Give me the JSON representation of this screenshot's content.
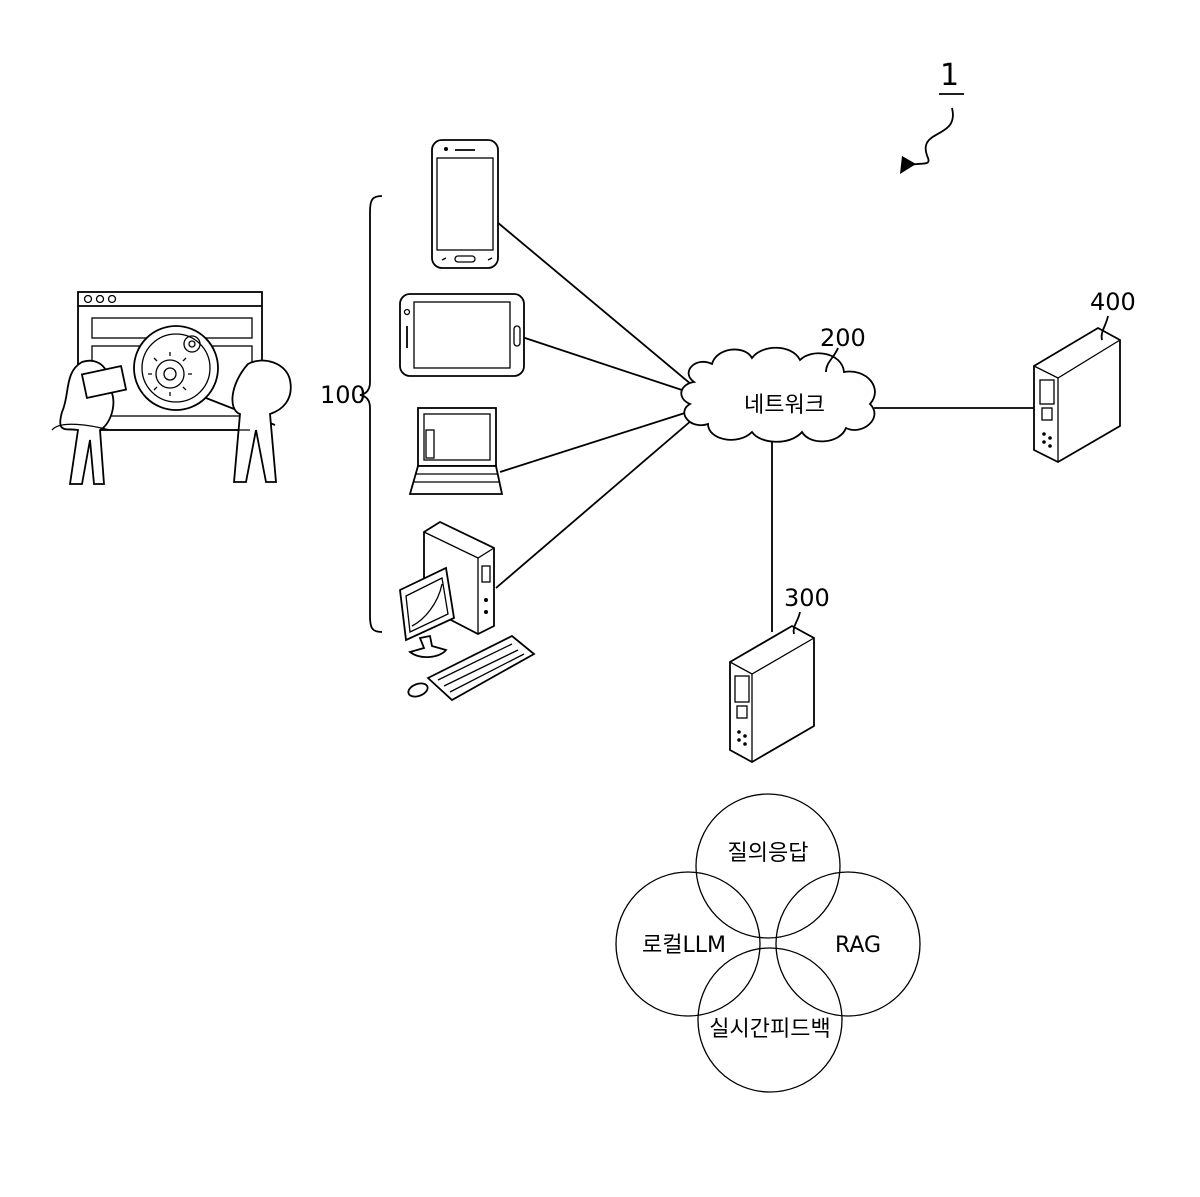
{
  "figure_ref": "1",
  "client_group": {
    "ref": "100"
  },
  "network": {
    "ref": "200",
    "label": "네트워크"
  },
  "server_300": {
    "ref": "300"
  },
  "server_400": {
    "ref": "400"
  },
  "features": {
    "top": "질의응답",
    "left": "로컬LLM",
    "right": "RAG",
    "bottom": "실시간피드백"
  }
}
